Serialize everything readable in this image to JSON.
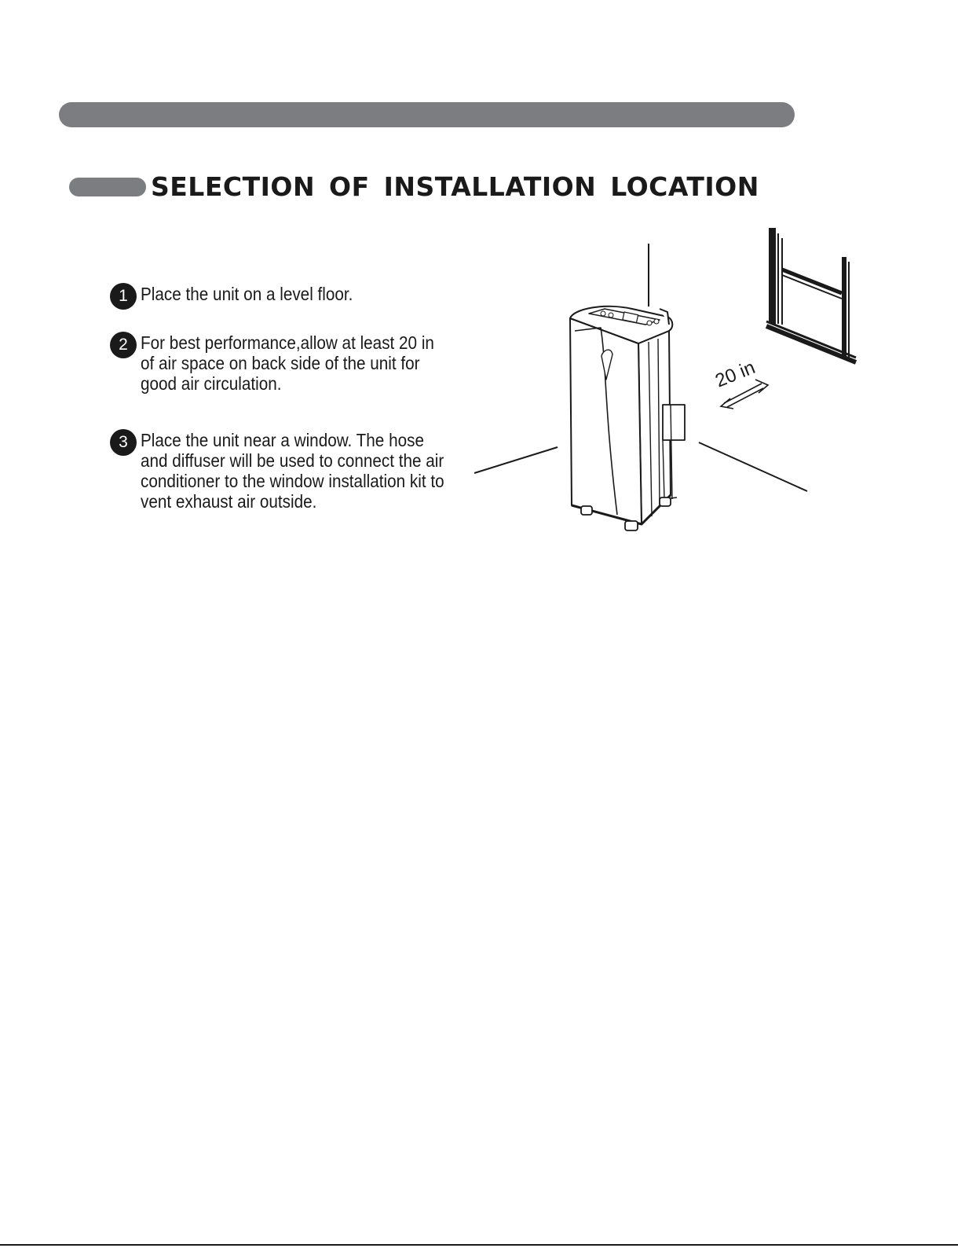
{
  "section": {
    "title": "SELECTION OF INSTALLATION LOCATION"
  },
  "steps": [
    {
      "number": "1",
      "text": "Place the unit on a level floor."
    },
    {
      "number": "2",
      "text": "For best performance,allow at least 20 in\nof air space on back side of the unit for\ngood air circulation."
    },
    {
      "number": "3",
      "text": "Place the unit near a window. The hose\nand diffuser will be used to connect the air\nconditioner to the window installation kit to\nvent exhaust air outside."
    }
  ],
  "diagram": {
    "clearance_label": "20 in",
    "icons": [
      "portable-air-conditioner-icon",
      "window-icon",
      "double-arrow-icon"
    ]
  }
}
